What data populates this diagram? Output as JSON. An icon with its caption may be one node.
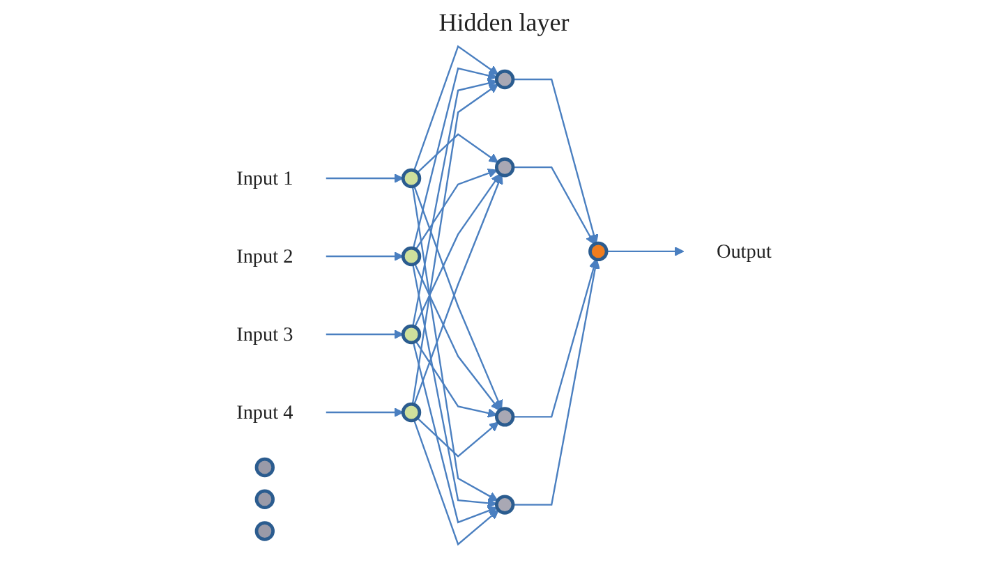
{
  "diagram": {
    "nodes": [
      {
        "text": [
          "Input 1"
        ]
      },
      {
        "text": [
          "Input 2"
        ]
      },
      {
        "text": [
          "Input 3"
        ]
      },
      {
        "text": [
          "Input 4"
        ]
      },
      {
        "text": [],
        "shape": "circle"
      },
      {
        "text": [],
        "shape": "circle"
      },
      {
        "text": [],
        "shape": "circle"
      },
      {
        "text": [],
        "shape": "circle"
      },
      {
        "text": [],
        "shape": "circle"
      },
      {
        "text": [],
        "shape": "circle"
      },
      {
        "text": [],
        "shape": "circle"
      },
      {
        "text": [],
        "shape": "circle"
      },
      {
        "text": [],
        "shape": "circle"
      },
      {
        "text": [],
        "shape": "circle"
      },
      {
        "text": [],
        "shape": "circle"
      },
      {
        "text": [],
        "shape": "circle"
      },
      {
        "text": [
          "Output"
        ]
      }
    ],
    "edges": [
      {
        "from": 0,
        "to": 4,
        "arrow": "to"
      },
      {
        "from": 1,
        "to": 5,
        "arrow": "to"
      },
      {
        "from": 2,
        "to": 6,
        "arrow": "to"
      },
      {
        "from": 3,
        "to": 7,
        "arrow": "to"
      },
      {
        "from": 4,
        "to": 8,
        "arrow": "to"
      },
      {
        "from": 4,
        "to": 9,
        "arrow": "to"
      },
      {
        "from": 4,
        "to": 13,
        "arrow": "to"
      },
      {
        "from": 4,
        "to": 14,
        "arrow": "to"
      },
      {
        "from": 5,
        "to": 8,
        "arrow": "to"
      },
      {
        "from": 5,
        "to": 9,
        "arrow": "to"
      },
      {
        "from": 5,
        "to": 13,
        "arrow": "to"
      },
      {
        "from": 5,
        "to": 14,
        "arrow": "to"
      },
      {
        "from": 6,
        "to": 8,
        "arrow": "to"
      },
      {
        "from": 6,
        "to": 9,
        "arrow": "to"
      },
      {
        "from": 6,
        "to": 13,
        "arrow": "to"
      },
      {
        "from": 6,
        "to": 14,
        "arrow": "to"
      },
      {
        "from": 7,
        "to": 8,
        "arrow": "to"
      },
      {
        "from": 7,
        "to": 9,
        "arrow": "to"
      },
      {
        "from": 7,
        "to": 13,
        "arrow": "to"
      },
      {
        "from": 7,
        "to": 14,
        "arrow": "to"
      },
      {
        "from": 8,
        "to": 15,
        "arrow": "to"
      },
      {
        "from": 9,
        "to": 15,
        "arrow": "to"
      },
      {
        "from": 13,
        "to": 15,
        "arrow": "to"
      },
      {
        "from": 14,
        "to": 15,
        "arrow": "to"
      },
      {
        "from": 15,
        "to": 16,
        "arrow": "to"
      }
    ],
    "labels": [
      "Hidden layer"
    ]
  }
}
